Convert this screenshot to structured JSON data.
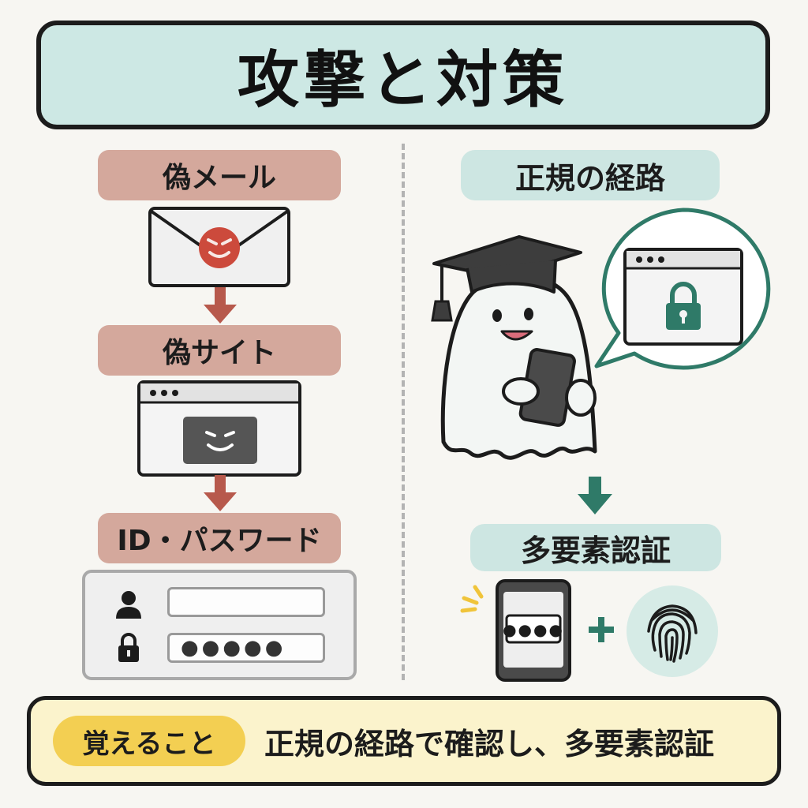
{
  "title": "攻撃と対策",
  "attack_flow": {
    "step1_label": "偽メール",
    "step2_label": "偽サイト",
    "step3_label": "ID・パスワード",
    "password_mask": "●●●●●"
  },
  "defense": {
    "official_route_label": "正規の経路",
    "mfa_label": "多要素認証",
    "phone_code": "●●●●",
    "plus_sign": "+"
  },
  "summary": {
    "badge": "覚えること",
    "text": "正規の経路で確認し、多要素認証"
  },
  "colors": {
    "attack_label": "#d4a89c",
    "attack_arrow": "#b7594c",
    "defense_label": "#cde6e2",
    "defense_accent": "#2f7a68",
    "title_bg": "#cde8e4",
    "summary_bg": "#fbf3cc",
    "badge_bg": "#f3cf52"
  }
}
